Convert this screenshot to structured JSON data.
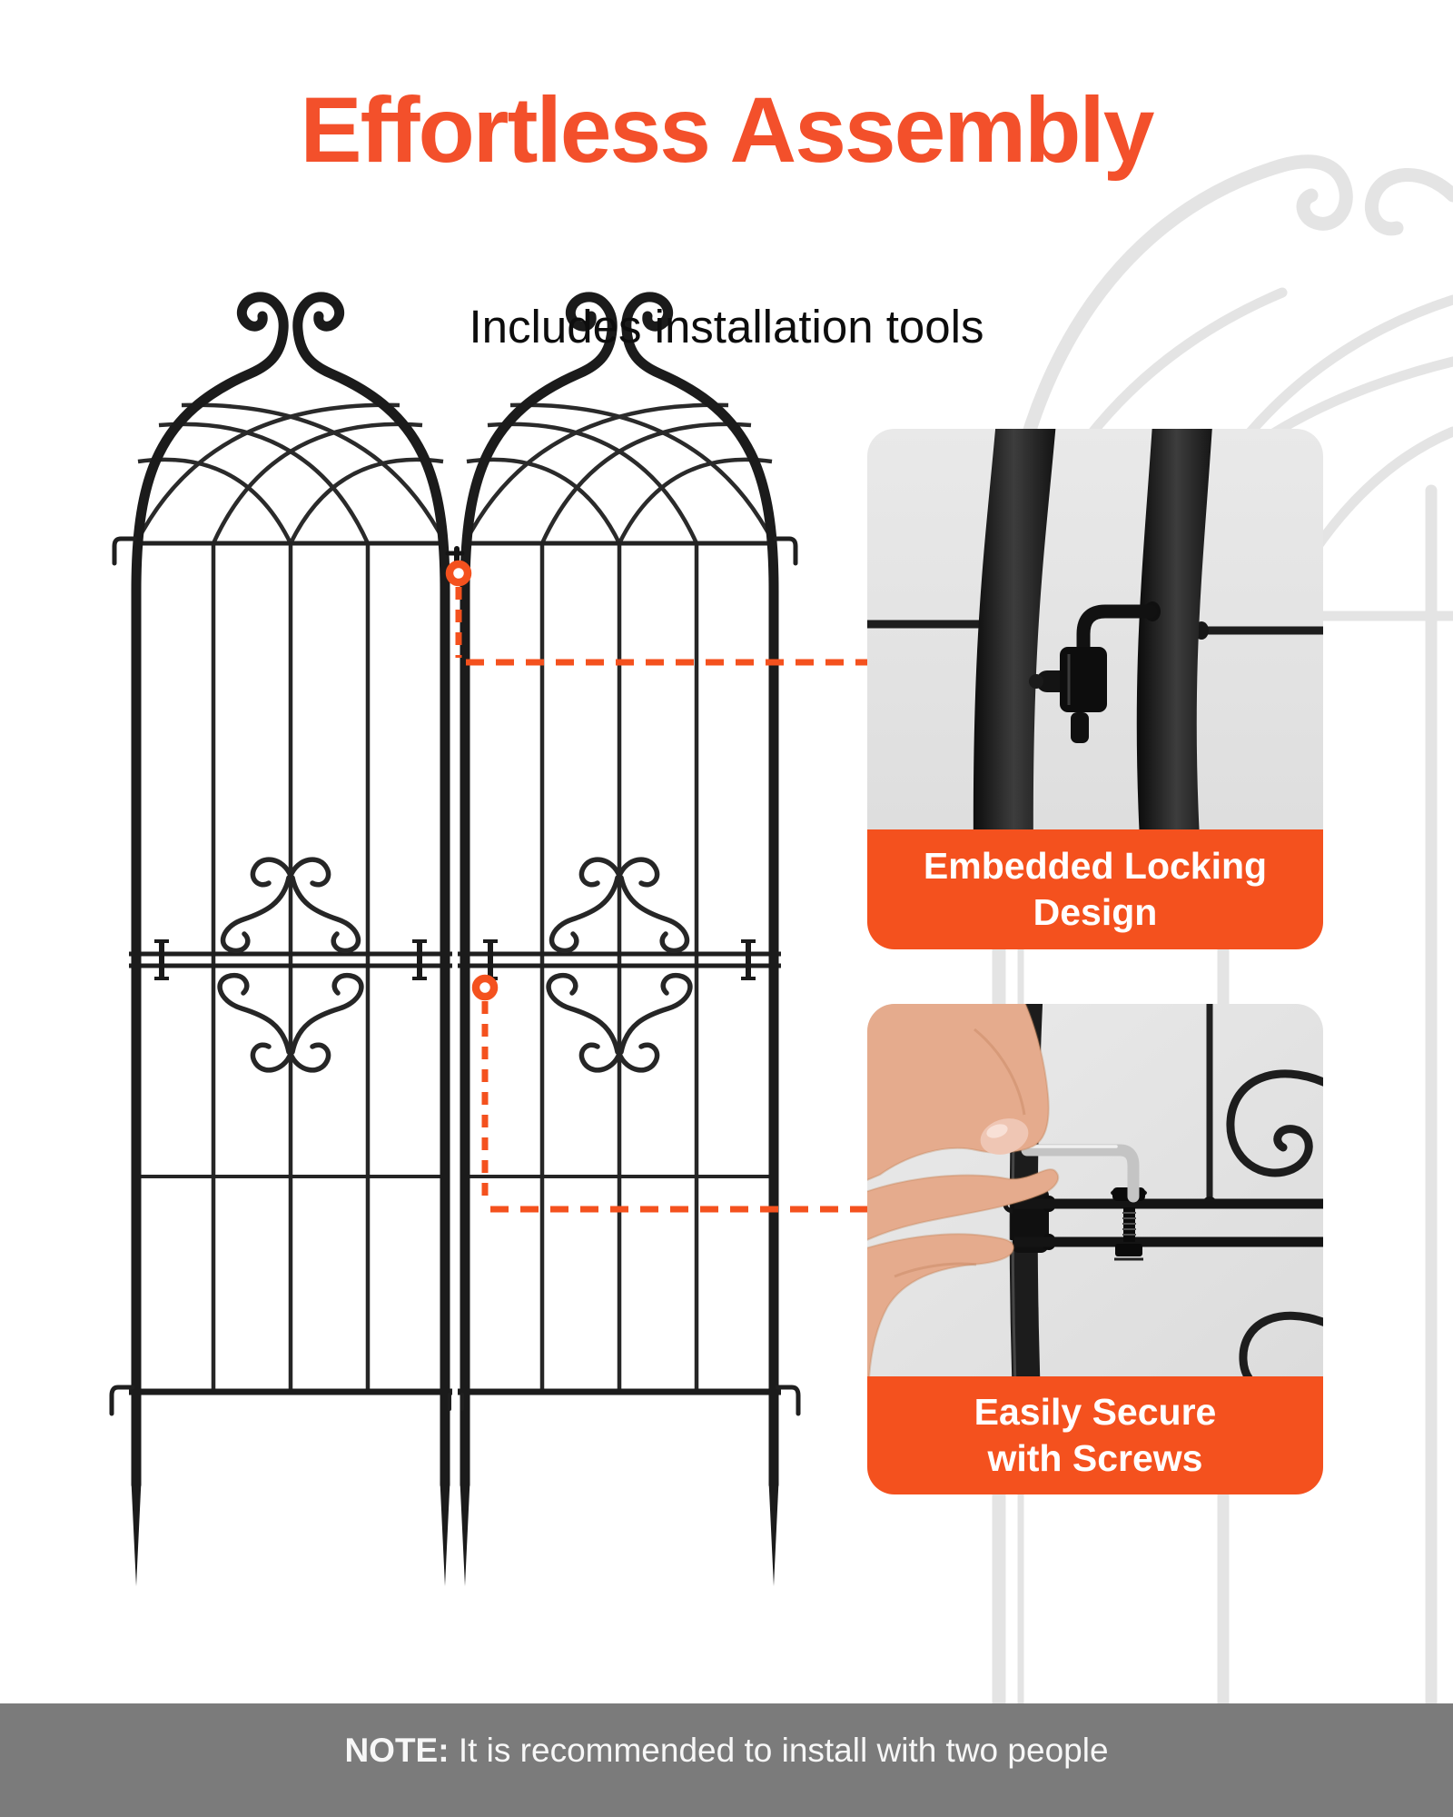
{
  "header": {
    "title": "Effortless Assembly",
    "subtitle": "Includes installation tools"
  },
  "illustration": {
    "name": "two-black-metal-garden-trellis-panels",
    "panels": 2,
    "background_watermark": "large light-gray trellis outline"
  },
  "callouts": [
    {
      "id": "embedded-locking",
      "label_lines": [
        "Embedded Locking",
        "Design"
      ],
      "photo": "close-up of embedded locking pin joining two trellis frames",
      "marker": "orange-ring",
      "leader": "orange-dashed-line"
    },
    {
      "id": "easily-secure",
      "label_lines": [
        "Easily Secure",
        "with Screws"
      ],
      "photo": "hand tightening clamp screw with hex key",
      "marker": "orange-ring",
      "leader": "orange-dashed-line"
    }
  ],
  "note": {
    "prefix": "NOTE:",
    "text": "It is recommended to install with two people"
  },
  "colors": {
    "accent": "#F4511E",
    "title": "#F3502B",
    "subtitle_text": "#0D0D0D",
    "note_bar": "#7B7B7B",
    "note_text": "#F7F7F7",
    "label_text": "#FFFFFF",
    "inset_background": "#E5E5E5",
    "steel_black": "#1C1C1C",
    "background_trellis_line": "#E4E4E4",
    "hex_key_silver": "#C4C4C4",
    "skin": "#E5AB8D"
  }
}
